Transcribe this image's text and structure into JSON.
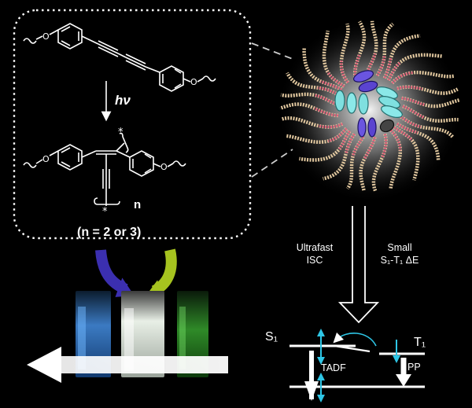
{
  "labels": {
    "hv": "hν",
    "n": "n",
    "n_condition": "(n = 2 or 3)",
    "isc": [
      "Ultrafast",
      "ISC"
    ],
    "gap": [
      "Small",
      "S₁-T₁ ΔE"
    ],
    "s1": "S₁",
    "t1": "T₁",
    "tadf": "TADF",
    "pp": "PP",
    "star": "*"
  },
  "colors": {
    "background": "#000000",
    "vial_left_glow": "#4fa3ff",
    "vial_mid_glow": "#e8efe6",
    "vial_right_glow": "#4bbf3a",
    "arrow_left": "#3b2fb0",
    "arrow_right": "#a6c31f",
    "level_arrow": "#2ec6e6",
    "micelle_tail": "#e3c9a0",
    "micelle_tail_inner": "#e0607a",
    "ellipse_blue": "#5a4ad6",
    "ellipse_teal": "#7fe0e0"
  },
  "icons": {
    "reaction": "down-arrow-icon",
    "energy": "jablonski-diagram",
    "vials": "cuvette-icon"
  }
}
